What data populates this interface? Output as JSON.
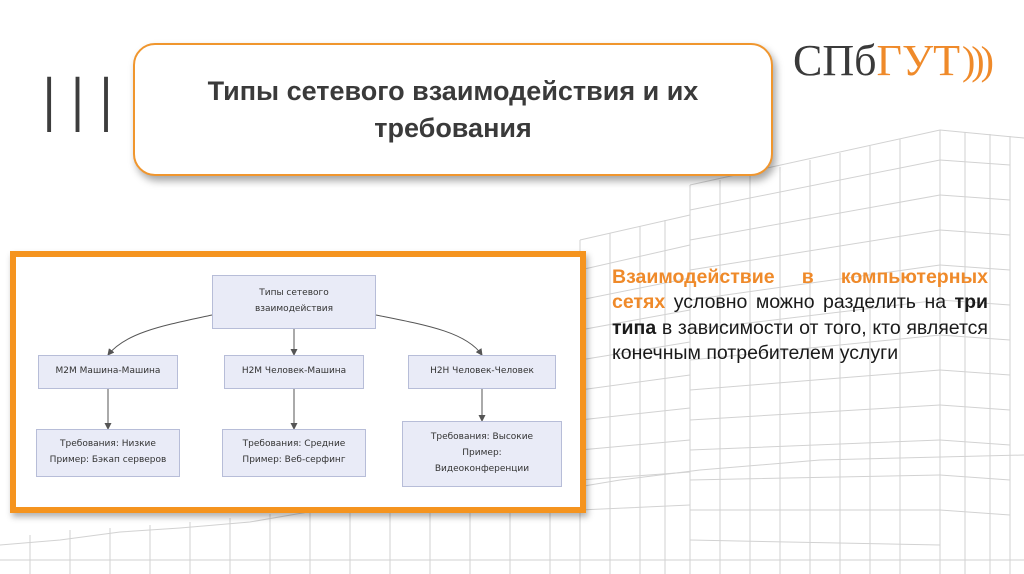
{
  "slide": {
    "section_number": "III",
    "title": "Типы сетевого взаимодействия и их требования",
    "logo": {
      "part1": "СПб",
      "part2": "ГУТ",
      "waves": ")))"
    }
  },
  "diagram": {
    "root": {
      "line1": "Типы сетевого",
      "line2": "взаимодействия"
    },
    "types": [
      {
        "label": "M2M Машина-Машина",
        "req": "Требования: Низкие",
        "example": [
          "Пример: Бэкап серверов"
        ]
      },
      {
        "label": "H2M Человек-Машина",
        "req": "Требования: Средние",
        "example": [
          "Пример: Веб-серфинг"
        ]
      },
      {
        "label": "H2H Человек-Человек",
        "req": "Требования: Высокие",
        "example": [
          "Пример:",
          "Видеоконференции"
        ]
      }
    ]
  },
  "description": {
    "accent": "Взаимодействие в компьютерных сетях",
    "part1": " условно можно разделить на ",
    "bold": "три типа",
    "part2": " в зависимости от того, кто является конечным потребителем услуги"
  },
  "colors": {
    "accent": "#ef8a2a",
    "frame": "#f5941f",
    "node_fill": "#e9ebf7",
    "text_dark": "#3a3a3a"
  }
}
